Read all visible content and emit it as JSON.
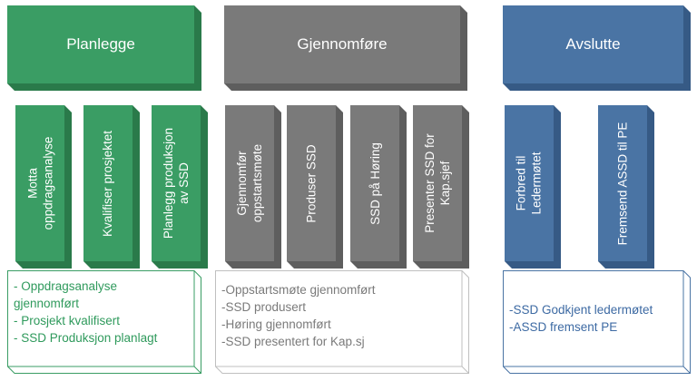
{
  "colors": {
    "green": "#3a9d64",
    "green_dark": "#2a7a4a",
    "gray": "#7a7a7a",
    "gray_dark": "#5e5e5e",
    "blue": "#4a74a4",
    "blue_dark": "#365a85",
    "note_green_border": "#3a9d64",
    "note_green_text": "#2f9a5c",
    "note_gray_border": "#bfbfbf",
    "note_gray_text": "#7a7a7a",
    "note_blue_border": "#4a74a4",
    "note_blue_text": "#3d6aa3"
  },
  "phases": [
    {
      "title": "Planlegge",
      "steps": [
        "Motta\noppdragsanalyse",
        "Kvalifiser prosjektet",
        "Planlegg produksjon\nav SSD"
      ],
      "notes": [
        "- Oppdragsanalyse",
        "gjennomført",
        "- Prosjekt kvalifisert",
        "- SSD Produksjon planlagt"
      ]
    },
    {
      "title": "Gjennomføre",
      "steps": [
        "Gjennomfør\noppstartsmøte",
        "Produser SSD",
        "SSD på Høring",
        "Presenter SSD for\nKap.sjef"
      ],
      "notes": [
        "-Oppstartsmøte gjennomført",
        "-SSD produsert",
        "-Høring gjennomført",
        "-SSD presentert for Kap.sj"
      ]
    },
    {
      "title": "Avslutte",
      "steps": [
        "Forbred til\nLedermøtet",
        "Fremsend ASSD til PE"
      ],
      "notes": [
        "-SSD Godkjent ledermøtet",
        "-ASSD fremsent PE"
      ]
    }
  ]
}
